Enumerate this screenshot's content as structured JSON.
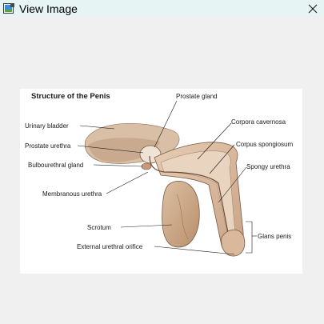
{
  "window": {
    "title": "View Image",
    "icon": "image-icon",
    "close_icon": "close-icon"
  },
  "figure": {
    "title": "Structure of the Penis",
    "labels": {
      "prostate_gland": "Prostate gland",
      "corpora_cavernosa": "Corpora cavernosa",
      "urinary_bladder": "Urinary bladder",
      "corpus_spongiosum": "Corpus spongiosum",
      "prostate_urethra": "Prostate urethra",
      "bulbourethral_gland": "Bulbourethral gland",
      "spongy_urethra": "Spongy urethra",
      "membranous_urethra": "Membranous urethra",
      "scrotum": "Scrotum",
      "glans_penis": "Glans penis",
      "external_urethral_orifice": "External urethral orifice"
    }
  }
}
